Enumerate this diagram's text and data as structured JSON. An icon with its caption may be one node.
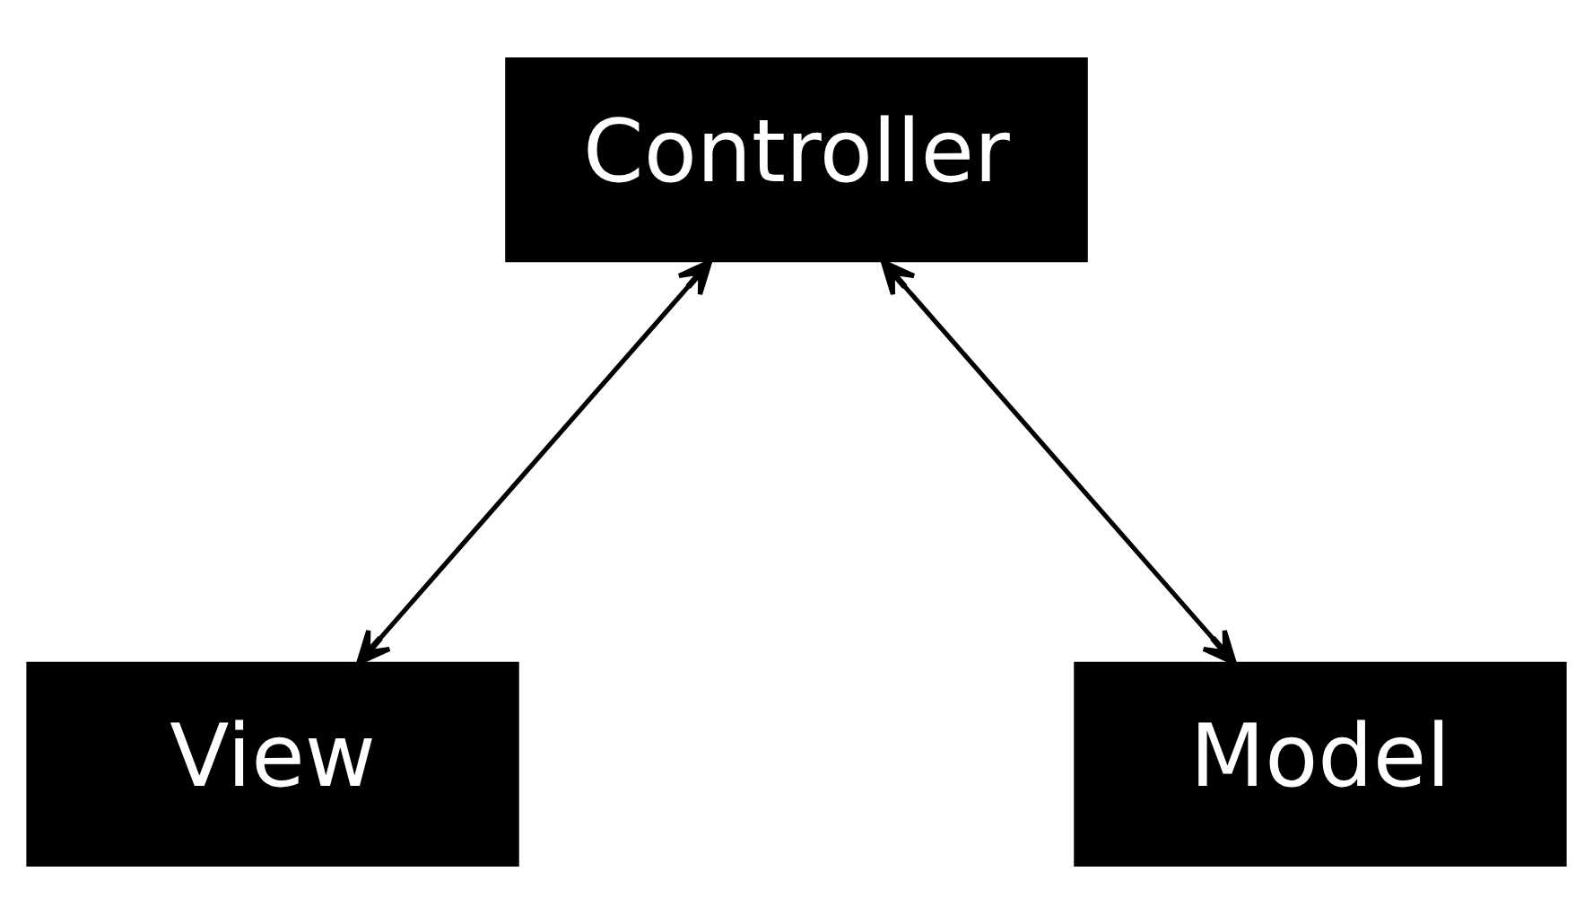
{
  "diagram": {
    "nodes": [
      {
        "text": [
          "Controller"
        ]
      },
      {
        "text": [
          "View"
        ]
      },
      {
        "text": [
          "Model"
        ]
      }
    ],
    "edges": [
      {
        "from": 0,
        "to": 1,
        "arrow": "both"
      },
      {
        "from": 0,
        "to": 2,
        "arrow": "both"
      }
    ]
  }
}
